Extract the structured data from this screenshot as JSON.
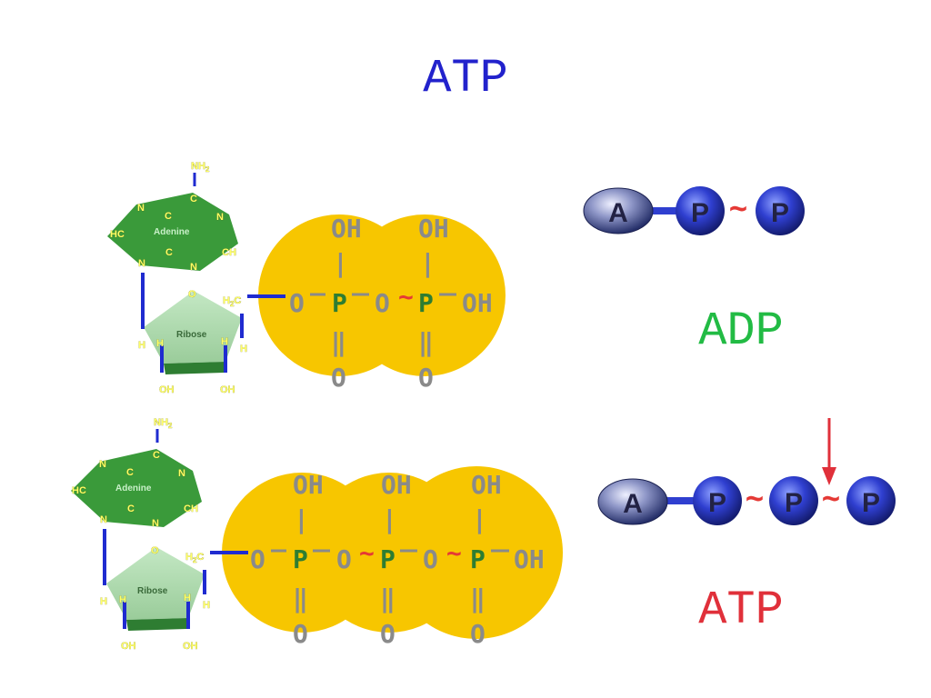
{
  "title": "ATP",
  "adp_label": "ADP",
  "atp_label": "ATP",
  "colors": {
    "title": "#2222cc",
    "adp": "#22bb44",
    "atp": "#e0303a",
    "phosphate_circle": "#f7c600",
    "adenine": "#3a9a3a",
    "ribose": "#a8d8a8",
    "bond": "#1f2bd0",
    "arrow": "#e0303a"
  },
  "molecule": {
    "adenine_label": "Adenine",
    "ribose_label": "Ribose",
    "atoms": {
      "nh2": "NH",
      "nh2_sub": "2",
      "c": "C",
      "n": "N",
      "hc": "HC",
      "ch": "CH",
      "o": "O",
      "h2c_h": "H",
      "h2c_sub": "2",
      "h2c_c": "C",
      "h": "H",
      "oh": "OH"
    }
  },
  "phosphate": {
    "oh": "OH",
    "o": "O",
    "p": "P",
    "tilde": "~",
    "bar": "|",
    "double": "‖",
    "dash": "—"
  },
  "adp_chain": {
    "a": "A",
    "p1": "P",
    "p2": "P",
    "tilde": "~"
  },
  "atp_chain": {
    "a": "A",
    "p1": "P",
    "p2": "P",
    "p3": "P",
    "tilde": "~"
  }
}
